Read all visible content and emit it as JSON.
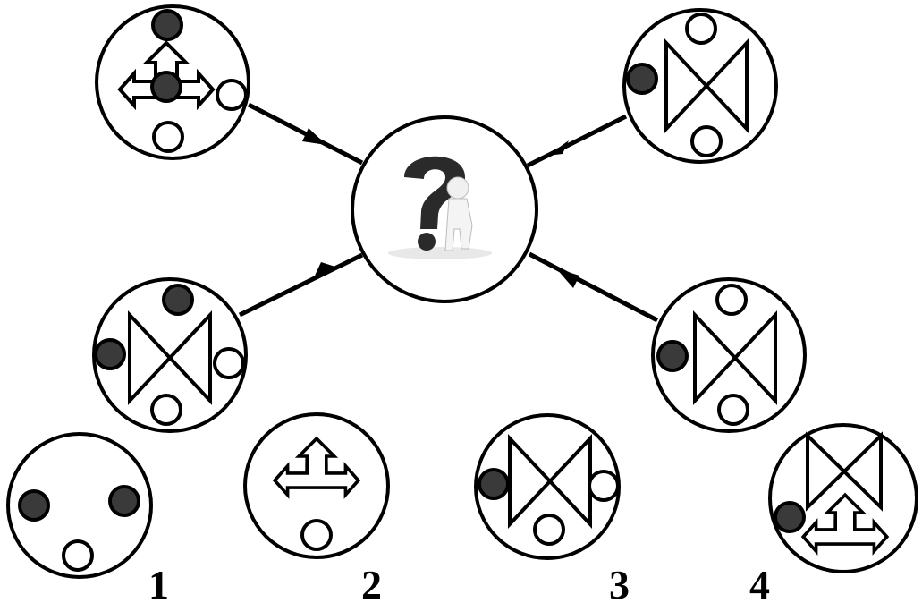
{
  "answer_labels": [
    "1",
    "2",
    "3",
    "4"
  ],
  "center": {
    "icon": "question-person-icon"
  },
  "puzzle_circles": [
    {
      "id": "top-left",
      "symbol": "arrow-house"
    },
    {
      "id": "top-right",
      "symbol": "bowtie"
    },
    {
      "id": "mid-left",
      "symbol": "bowtie"
    },
    {
      "id": "mid-right",
      "symbol": "bowtie"
    }
  ],
  "options": [
    {
      "label": "1",
      "symbol": "none"
    },
    {
      "label": "2",
      "symbol": "arrow-house"
    },
    {
      "label": "3",
      "symbol": "bowtie"
    },
    {
      "label": "4",
      "symbol": "bowtie-plus-arrow-house"
    }
  ]
}
